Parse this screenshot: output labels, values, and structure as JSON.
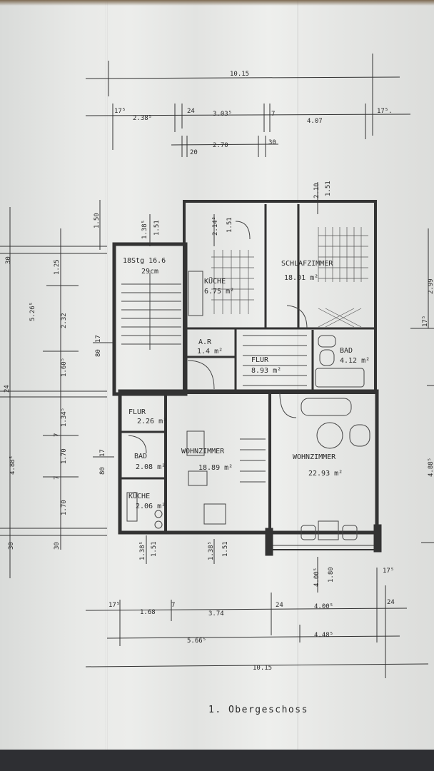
{
  "title": "1. Obergeschoss",
  "dims_top": {
    "overall": "10.15",
    "seg_left": "2.38⁵",
    "seg_mid": "3.03⁵",
    "seg_right": "4.07",
    "tick_175_left": "17⁵",
    "tick_24": "24",
    "tick_7": "7",
    "tick_175_right": "17⁵.",
    "opening": "2.70",
    "tick_20": "20",
    "tick_30": "30"
  },
  "dims_left": {
    "total": "5.26⁵",
    "lower_total": "4.88⁵",
    "d_125": "1.25",
    "d_232": "2.32",
    "d_1605": "1.60⁵",
    "d_1345": "1.34⁵",
    "d_170a": "1.70",
    "d_170b": "1.70",
    "d_80_top": "80",
    "d_80_bot": "80",
    "d_24": "24",
    "d_30a": "30",
    "d_30b": "30",
    "d_30c": "30",
    "d_7a": "7",
    "d_7b": "7",
    "d_17": "17",
    "d_17b": "17",
    "d_150": "1.50"
  },
  "dims_upper": {
    "d_1385": "1.38⁵",
    "d_151": "1.51",
    "d_2145": "2.14⁵",
    "d_151b": "1.51",
    "d_210": "2.10",
    "d_151c": "1.51"
  },
  "dims_right": {
    "d_299": "2.99",
    "d_175": "17⁵",
    "d_4885": "4.88⁵"
  },
  "dims_bottom": {
    "d_1385a": "1.38⁵",
    "d_151a": "1.51",
    "d_1385b": "1.38⁵",
    "d_151b": "1.51",
    "d_4005": "4.00⁵",
    "d_180": "1.80",
    "d_175": "17⁵",
    "d_175b": "17⁵",
    "d_168": "1.68",
    "d_7": "7",
    "d_374": "3.74",
    "d_24": "24",
    "d_4005b": "4.00⁵",
    "d_24b": "24",
    "d_5665": "5.66⁵",
    "d_4485": "4.48⁵",
    "overall": "10.15"
  },
  "rooms": {
    "stair": "18Stg 16.6",
    "stair2": "29cm",
    "kueche_name": "KÜCHE",
    "kueche_area": "6.75 m²",
    "schlaf_name": "SCHLAFZIMMER",
    "schlaf_area": "18.01 m²",
    "ar_name": "A.R",
    "ar_area": "1.4 m²",
    "flur_name": "FLUR",
    "flur_area": "8.93 m²",
    "bad_name": "BAD",
    "bad_area": "4.12 m²",
    "flur2_name": "FLUR",
    "flur2_area": "2.26 m²",
    "bad2_name": "BAD",
    "bad2_area": "2.08 m²",
    "kueche2_name": "KÜCHE",
    "kueche2_area": "2.06 m²",
    "wohn1_name": "WOHNZIMMER",
    "wohn1_area": "18.89 m²",
    "wohn2_name": "WOHNZIMMER",
    "wohn2_area": "22.93 m²"
  }
}
